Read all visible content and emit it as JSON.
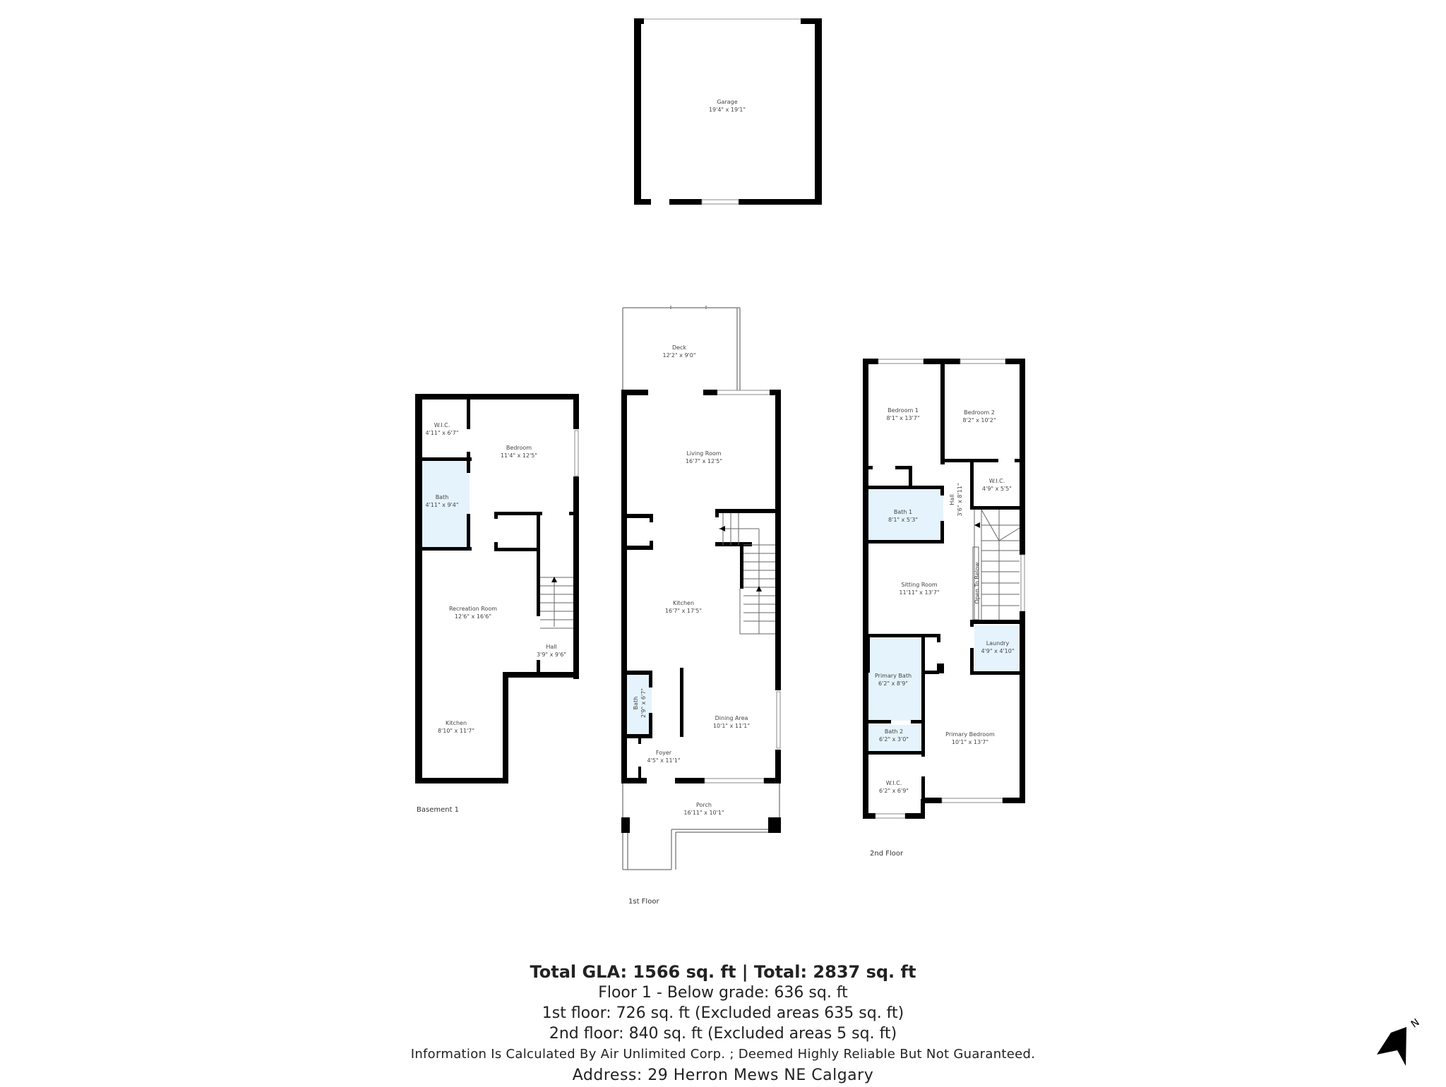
{
  "floors": {
    "garage": {
      "rooms": [
        {
          "name": "Garage",
          "dims": "19'4\" x 19'1\""
        }
      ]
    },
    "basement": {
      "label": "Basement 1",
      "rooms": [
        {
          "name": "W.I.C.",
          "dims": "4'11\" x 6'7\""
        },
        {
          "name": "Bedroom",
          "dims": "11'4\" x 12'5\""
        },
        {
          "name": "Bath",
          "dims": "4'11\" x 9'4\""
        },
        {
          "name": "Recreation Room",
          "dims": "12'6\" x 16'6\""
        },
        {
          "name": "Hall",
          "dims": "3'9\" x 9'6\""
        },
        {
          "name": "Kitchen",
          "dims": "8'10\" x 11'7\""
        }
      ]
    },
    "first": {
      "label": "1st Floor",
      "rooms": [
        {
          "name": "Deck",
          "dims": "12'2\" x 9'0\""
        },
        {
          "name": "Living Room",
          "dims": "16'7\" x 12'5\""
        },
        {
          "name": "Kitchen",
          "dims": "16'7\" x 17'5\""
        },
        {
          "name": "Bath",
          "dims": "2'9\" x 6'7\""
        },
        {
          "name": "Dining Area",
          "dims": "10'1\" x 11'1\""
        },
        {
          "name": "Foyer",
          "dims": "4'5\" x 11'1\""
        },
        {
          "name": "Porch",
          "dims": "16'11\" x 10'1\""
        }
      ]
    },
    "second": {
      "label": "2nd Floor",
      "rooms": [
        {
          "name": "Bedroom 1",
          "dims": "8'1\" x 13'7\""
        },
        {
          "name": "Bedroom 2",
          "dims": "8'2\" x 10'2\""
        },
        {
          "name": "W.I.C.",
          "dims": "4'9\" x 5'5\""
        },
        {
          "name": "Hall",
          "dims": "3'6\" x 8'11\""
        },
        {
          "name": "Bath 1",
          "dims": "8'1\" x 5'3\""
        },
        {
          "name": "Sitting Room",
          "dims": "11'11\" x 13'7\""
        },
        {
          "name": "Open To Below",
          "dims": ""
        },
        {
          "name": "Laundry",
          "dims": "4'9\" x 4'10\""
        },
        {
          "name": "Primary Bath",
          "dims": "6'2\" x 8'9\""
        },
        {
          "name": "Bath 2",
          "dims": "6'2\" x 3'0\""
        },
        {
          "name": "Primary Bedroom",
          "dims": "10'1\" x 13'7\""
        },
        {
          "name": "W.I.C.",
          "dims": "6'2\" x 6'9\""
        }
      ]
    }
  },
  "summary": {
    "total": "Total GLA: 1566 sq. ft | Total: 2837 sq. ft",
    "below_grade": "Floor 1 - Below grade: 636 sq. ft",
    "first_floor": "1st floor: 726 sq. ft (Excluded areas 635 sq. ft)",
    "second_floor": "2nd floor: 840 sq. ft (Excluded areas 5 sq. ft)",
    "info": "Information Is Calculated By Air Unlimited Corp. ; Deemed Highly Reliable But Not Guaranteed.",
    "address": "Address: 29 Herron Mews NE Calgary"
  },
  "compass": {
    "label": "N"
  },
  "colors": {
    "wall": "#000000",
    "wet_room": "#e5f3fc",
    "window": "#ffffff",
    "text": "#222222"
  }
}
